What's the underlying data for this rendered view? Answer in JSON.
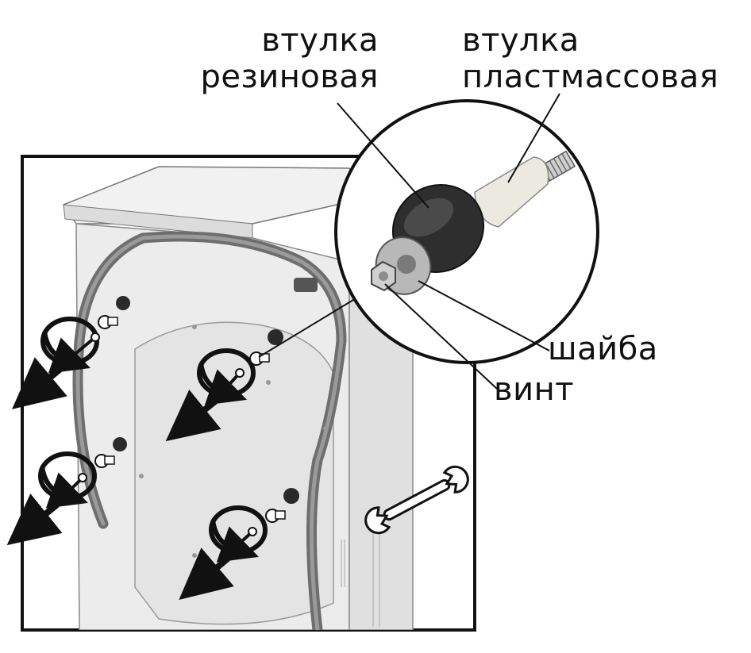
{
  "labels": {
    "rubber_bushing": [
      "втулка",
      "резиновая"
    ],
    "plastic_bushing": [
      "втулка",
      "пластмассовая"
    ],
    "washer": "шайба",
    "screw": "винт"
  },
  "illustration": {
    "subject": "washing-machine-rear-view",
    "transport_bolts_count": 4,
    "tool": "wrench-icon"
  },
  "colors": {
    "ink": "#111111",
    "machine_body": "#e9e9e9",
    "hose": "#7a7a7a",
    "rubber": "#2f2f2f",
    "plastic": "#e8e5dc"
  }
}
